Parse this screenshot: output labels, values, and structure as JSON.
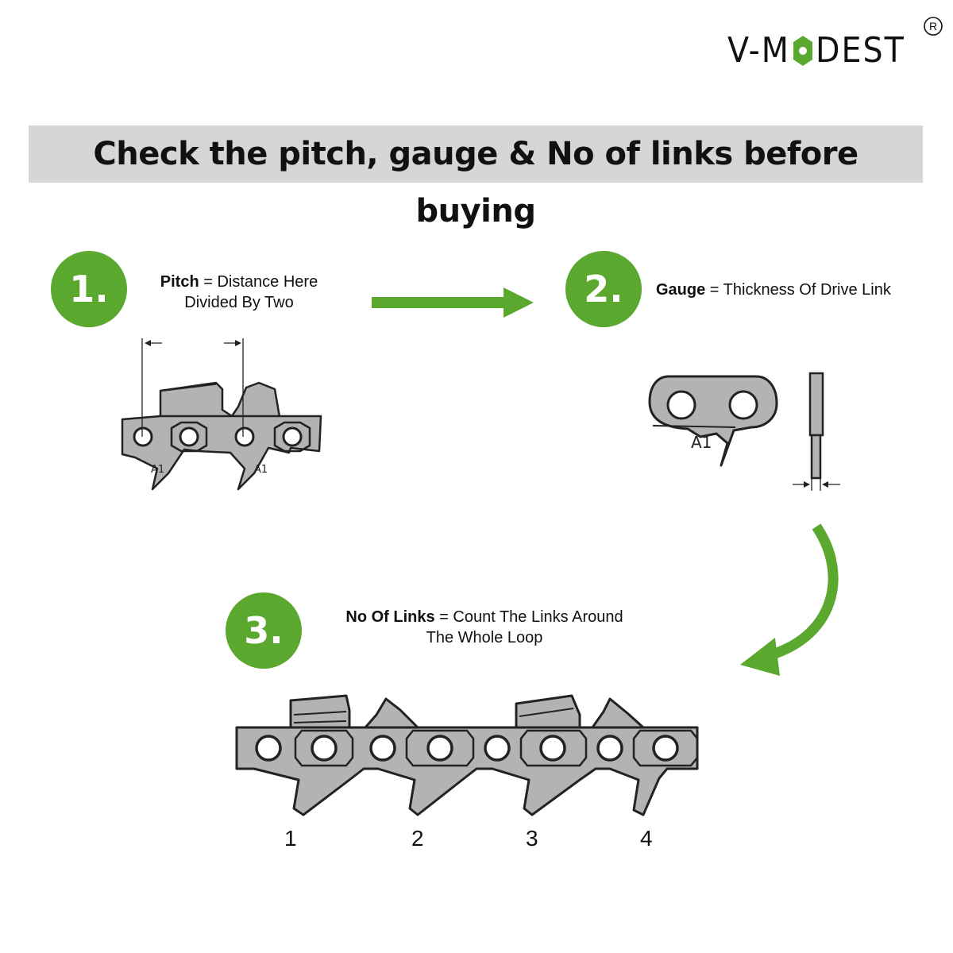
{
  "brand": {
    "logo_prefix": "V-M",
    "logo_suffix": "DEST",
    "registered_mark": "R"
  },
  "banner": {
    "title": "Check the pitch, gauge & No of links before buying"
  },
  "steps": [
    {
      "number": "1.",
      "term": "Pitch",
      "definition_line1": " = Distance Here",
      "definition_line2": "Divided By Two"
    },
    {
      "number": "2.",
      "term": "Gauge",
      "definition_line1": " = Thickness Of Drive Link"
    },
    {
      "number": "3.",
      "term": "No Of Links",
      "definition_line1": " = Count The Links Around",
      "definition_line2": "The Whole Loop"
    }
  ],
  "link_label": "A1",
  "link_numbers": [
    "1",
    "2",
    "3",
    "4"
  ],
  "colors": {
    "accent_green": "#5aa82e",
    "banner_gray": "#d6d6d6",
    "link_gray": "#b3b3b3",
    "outline": "#222222"
  }
}
